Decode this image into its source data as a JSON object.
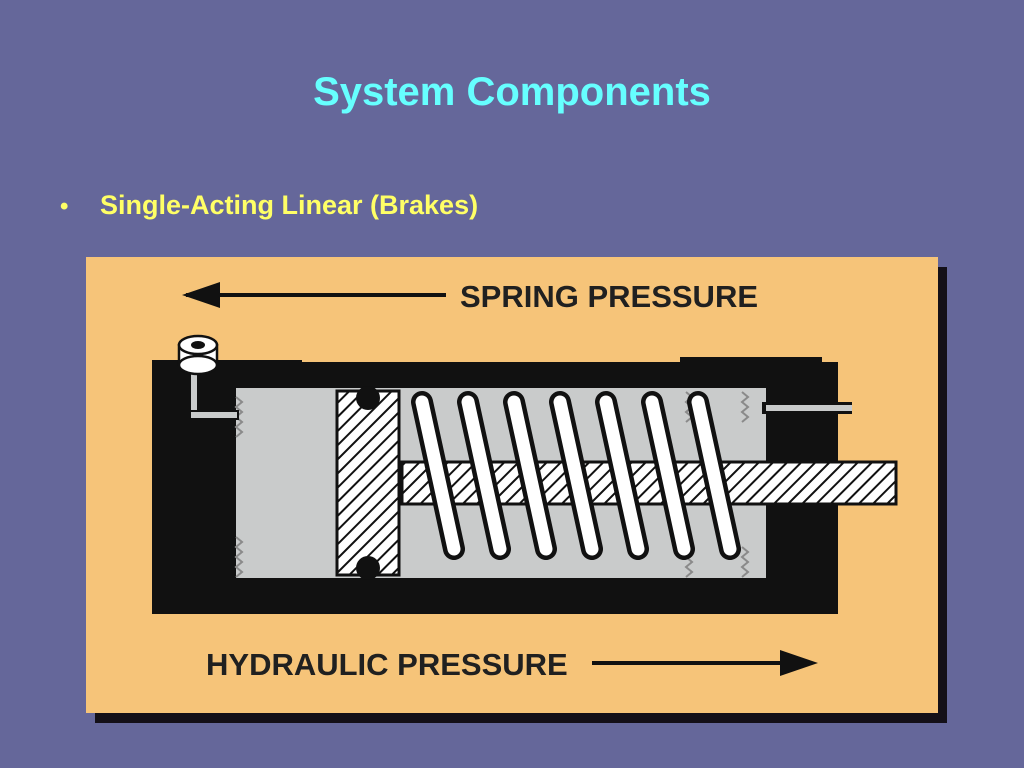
{
  "slide": {
    "title": "System Components",
    "bullets": [
      {
        "marker": "•",
        "text": "Single-Acting Linear (Brakes)"
      }
    ]
  },
  "diagram": {
    "top_label": "SPRING PRESSURE",
    "bottom_label": "HYDRAULIC PRESSURE"
  },
  "colors": {
    "background": "#65679a",
    "title": "#66ffff",
    "bullet_text": "#ffff66",
    "figure_background": "#f6c479",
    "cylinder_body": "#111111",
    "chamber_fill": "#c9cbcb",
    "spring_and_rod": "#ffffff"
  }
}
